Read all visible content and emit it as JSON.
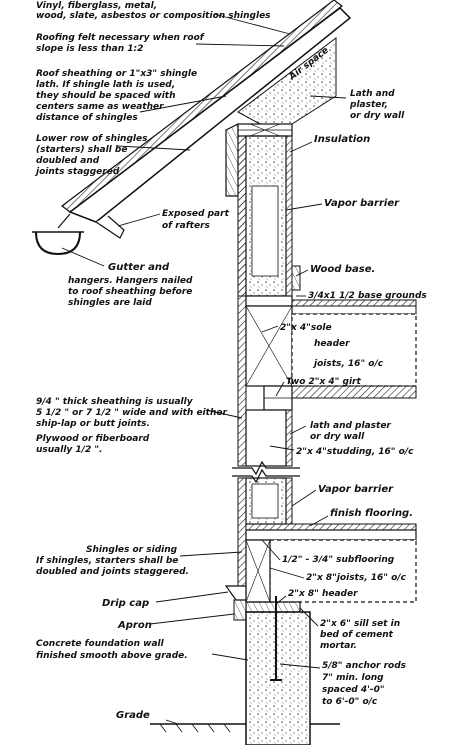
{
  "labels": {
    "shingle_types": [
      "Vinyl, fiberglass, metal,",
      "wood, slate, asbestos or composition shingles"
    ],
    "roofing_felt": [
      "Roofing felt necessary when roof",
      "slope is less than 1:2"
    ],
    "roof_sheathing": [
      "Roof sheathing or 1\"x3\" shingle",
      "lath. If shingle lath is used,",
      "they should be spaced with",
      "centers same as weather",
      "distance of shingles"
    ],
    "starters": [
      "Lower row of shingles",
      "(starters) shall be",
      "doubled and",
      "joints staggered"
    ],
    "exposed_rafters": [
      "Exposed part",
      "of rafters"
    ],
    "gutter": [
      "Gutter and",
      "hangers. Hangers nailed",
      "to roof sheathing before",
      "shingles are laid"
    ],
    "air_space": "Air space",
    "lath_plaster_top": [
      "Lath and",
      "plaster,",
      "or dry wall"
    ],
    "insulation": "Insulation",
    "vapor_barrier_top": "Vapor barrier",
    "wood_base": "Wood base.",
    "base_grounds": "3/4x1 1/2 base grounds",
    "sole": "2\"x 4\"sole",
    "header_joists": [
      "header",
      "joists, 16\" o/c"
    ],
    "girt": "Two 2\"x 4\" girt",
    "sheathing_note": [
      "9/4 \" thick sheathing is usually",
      "5 1/2 \" or 7 1/2 \" wide and with either",
      "ship-lap or butt joints.",
      "Plywood or fiberboard",
      "usually 1/2 \"."
    ],
    "lath_plaster_mid": [
      "lath and plaster",
      "or dry wall"
    ],
    "studding": "2\"x 4\"studding, 16\" o/c",
    "vapor_barrier_bottom": "Vapor barrier",
    "finish_flooring": "finish flooring.",
    "shingles_siding": [
      "Shingles or siding",
      "If shingles, starters shall be",
      "doubled and joints staggered."
    ],
    "subflooring": "1/2\" - 3/4\" subflooring",
    "joists_2x8": "2\"x 8\"joists, 16\" o/c",
    "drip_cap": "Drip cap",
    "header_2x8": "2\"x 8\" header",
    "apron": "Apron",
    "sill": [
      "2\"x 6\" sill set in",
      "bed of cement",
      "mortar."
    ],
    "foundation": [
      "Concrete foundation wall",
      "finished smooth above grade."
    ],
    "anchor_rods": [
      "5/8\" anchor rods",
      "7\" min. long",
      "spaced 4'-0\"",
      "to 6'-0\" o/c"
    ],
    "grade": "Grade"
  }
}
